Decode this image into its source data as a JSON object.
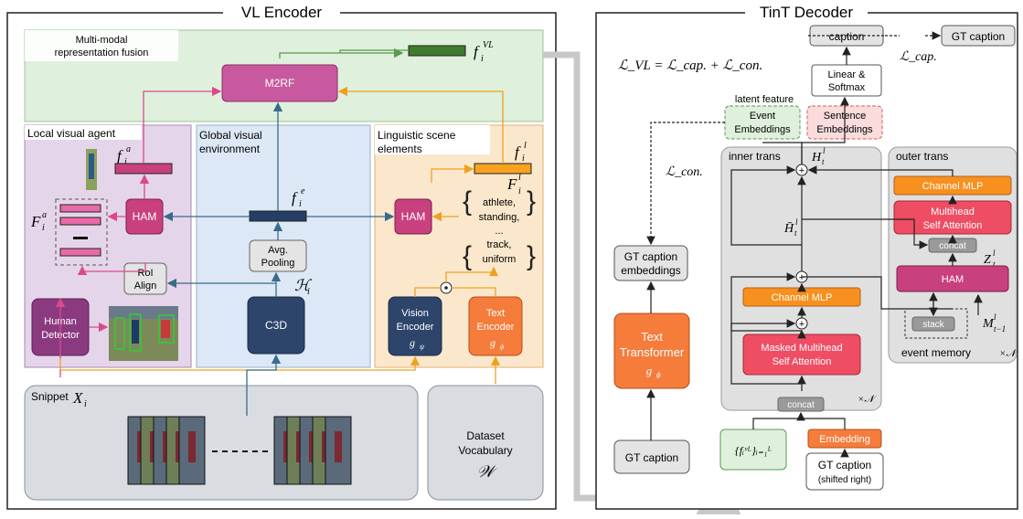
{
  "vl_encoder": {
    "title": "VL Encoder",
    "fusion": {
      "label_line1": "Multi-modal",
      "label_line2": "representation fusion",
      "m2rf": "M2RF",
      "output": "f",
      "output_sup": "VL",
      "output_sub": "i"
    },
    "local_agent": {
      "title": "Local visual agent",
      "ham": "HAM",
      "roi_line1": "RoI",
      "roi_line2": "Align",
      "detector_line1": "Human",
      "detector_line2": "Detector",
      "feat_top": "f",
      "feat_top_sup": "a",
      "feat_top_sub": "i",
      "feat_set": "F",
      "feat_set_sup": "a",
      "feat_set_sub": "i"
    },
    "global_env": {
      "title_line1": "Global visual",
      "title_line2": "environment",
      "pool_line1": "Avg.",
      "pool_line2": "Pooling",
      "c3d": "C3D",
      "feat": "f",
      "feat_sup": "e",
      "feat_sub": "i",
      "hidden": "ℋ",
      "hidden_sub": "i"
    },
    "linguistic": {
      "title_line1": "Linguistic scene",
      "title_line2": "elements",
      "ham": "HAM",
      "words": [
        "athlete,",
        "standing,",
        "...",
        "track,",
        "uniform"
      ],
      "vision_line1": "Vision",
      "vision_line2": "Encoder",
      "vision_sym": "g",
      "vision_sub": "ψ",
      "text_line1": "Text",
      "text_line2": "Encoder",
      "text_sym": "g",
      "text_sub": "ϕ",
      "odot": "⊙",
      "feat": "f",
      "feat_sup": "l",
      "feat_sub": "i",
      "feat_set": "F",
      "feat_set_sup": "l",
      "feat_set_sub": "i"
    },
    "snippet": {
      "label": "Snippet",
      "sym": "X",
      "sym_sub": "i"
    },
    "vocab": {
      "line1": "Dataset",
      "line2": "Vocabulary",
      "sym": "𝒲"
    }
  },
  "tint_decoder": {
    "title": "TinT Decoder",
    "loss_vl": "ℒ_VL = ℒ_cap. + ℒ_con.",
    "loss_cap": "ℒ_cap.",
    "loss_con": "ℒ_con.",
    "caption": "caption",
    "gt_caption": "GT caption",
    "linear_line1": "Linear &",
    "linear_line2": "Softmax",
    "latent_feature": "latent feature",
    "event_emb_line1": "Event",
    "event_emb_line2": "Embeddings",
    "sentence_emb_line1": "Sentence",
    "sentence_emb_line2": "Embeddings",
    "gt_emb_line1": "GT caption",
    "gt_emb_line2": "embeddings",
    "text_transformer_line1": "Text",
    "text_transformer_line2": "Transformer",
    "text_transformer_sym": "g",
    "text_transformer_sub": "ϕ",
    "gt_caption_bottom": "GT caption",
    "inner_trans": "inner trans",
    "outer_trans": "outer trans",
    "channel_mlp": "Channel MLP",
    "masked_line1": "Masked Multihead",
    "masked_line2": "Self Attention",
    "multihead_line1": "Multihead",
    "multihead_line2": "Self Attention",
    "concat": "concat",
    "ham": "HAM",
    "stack": "stack",
    "event_memory": "event memory",
    "times_n": "×𝒩",
    "embedding": "Embedding",
    "gt_shifted_line1": "GT caption",
    "gt_shifted_line2": "(shifted right)",
    "set_vl": "{fᵢᵛᴸ}ᵢ₌₁ᴸ",
    "h_l": "H",
    "h_sup": "l",
    "h_sub": "t",
    "hbar": "H̄",
    "hbar_sup": "l",
    "hbar_sub": "t",
    "z_l": "Z",
    "z_sup": "l",
    "z_sub": "t",
    "m_l": "M",
    "m_sup": "l",
    "m_sub": "t−1",
    "oplus": "+"
  },
  "colors": {
    "fusion_bg": "#dff0dc",
    "local_bg": "#e5d5ea",
    "global_bg": "#dce8f5",
    "ling_bg": "#fbe8cc",
    "snippet_bg": "#d9dde2",
    "m2rf": "#c9599e",
    "ham": "#c9407e",
    "c3d": "#2d446b",
    "text_encoder": "#f57c3b",
    "detector": "#8b3a80",
    "orange_bar": "#f8a21f",
    "green_bar": "#3e7b2c",
    "red_block": "#ef4d63",
    "orange_block": "#f7901e"
  }
}
